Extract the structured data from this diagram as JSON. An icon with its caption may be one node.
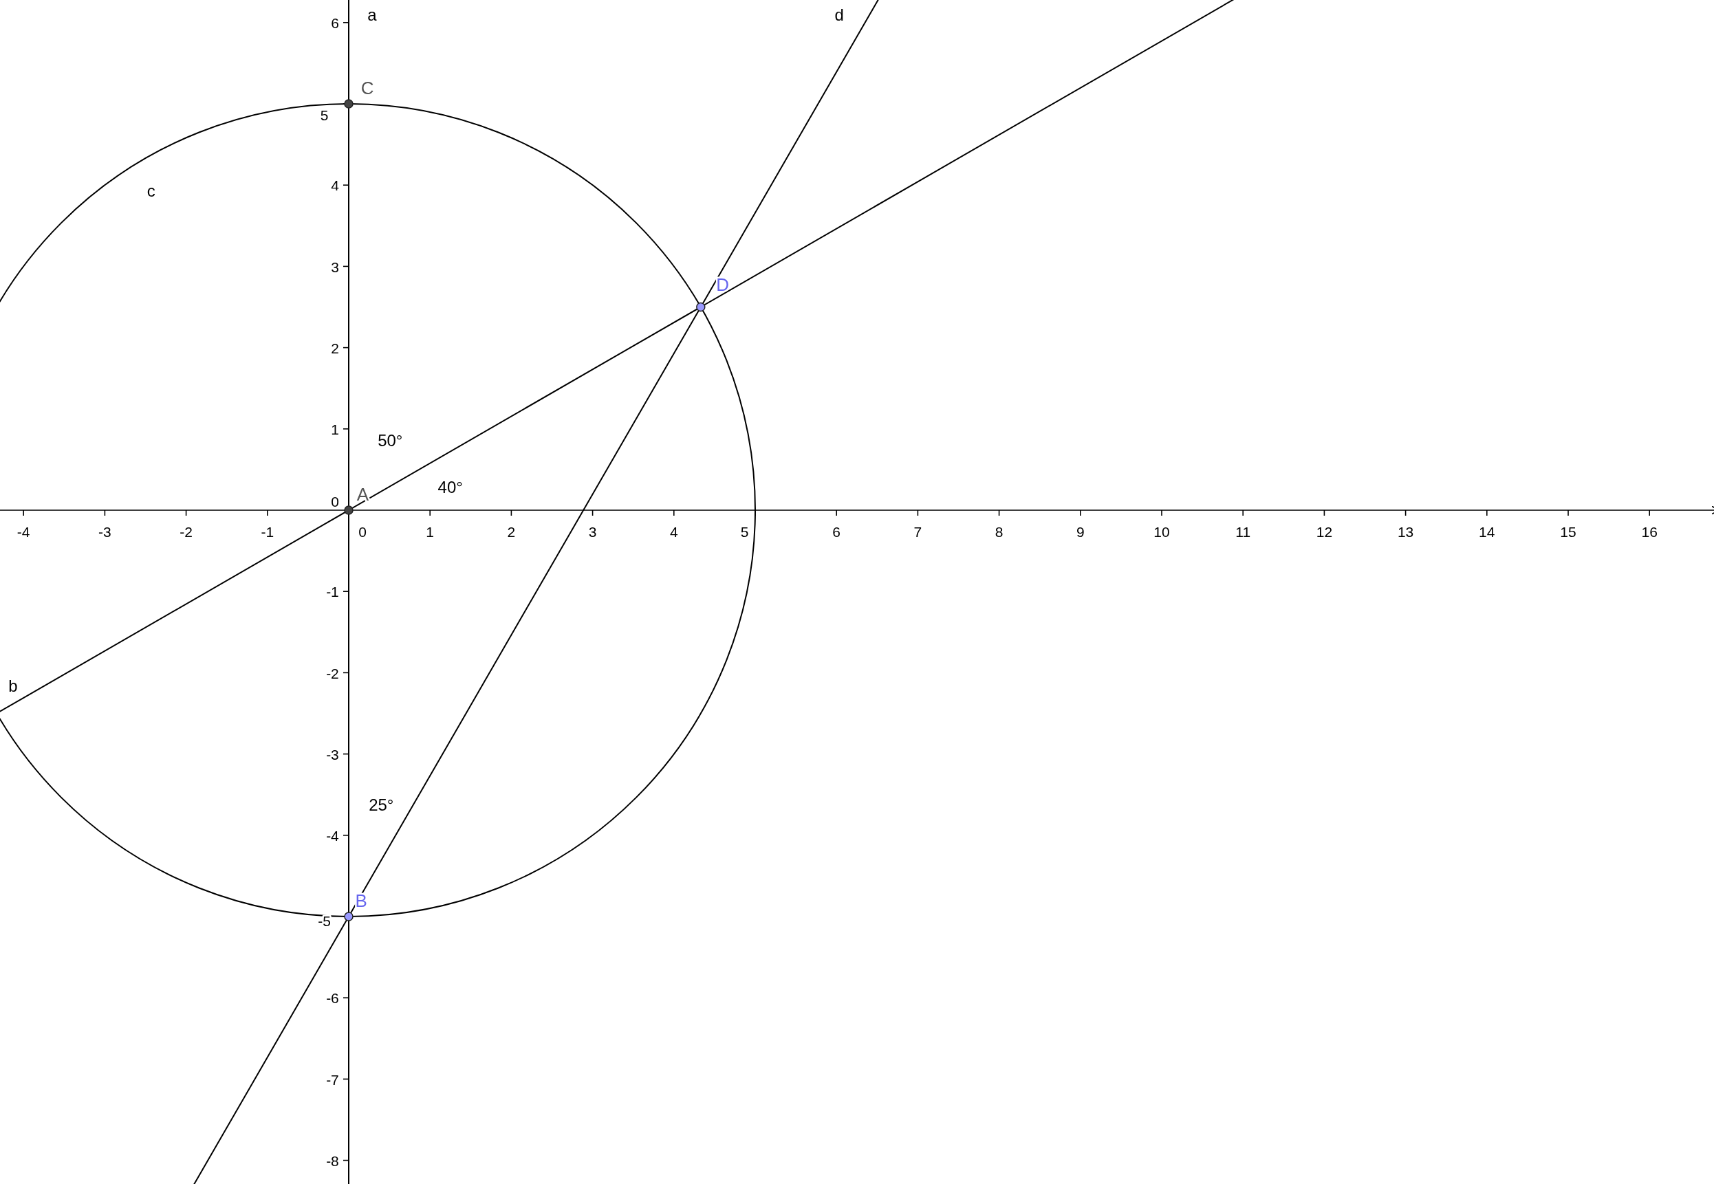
{
  "diagram": {
    "labels": [
      "a",
      "d",
      "6",
      "C",
      "5",
      "c",
      "4",
      "3",
      "D",
      "2",
      "1",
      "50°",
      "A",
      "0",
      "40°",
      "-4",
      "-3",
      "-2",
      "-1",
      "0",
      "1",
      "2",
      "3",
      "4",
      "5",
      "6",
      "7",
      "8",
      "9",
      "10",
      "11",
      "12",
      "13",
      "14",
      "15",
      "16",
      "-1",
      "-2",
      "b",
      "-3",
      "25°",
      "-4",
      "B",
      "-5",
      "-6",
      "-7",
      "-8"
    ]
  }
}
